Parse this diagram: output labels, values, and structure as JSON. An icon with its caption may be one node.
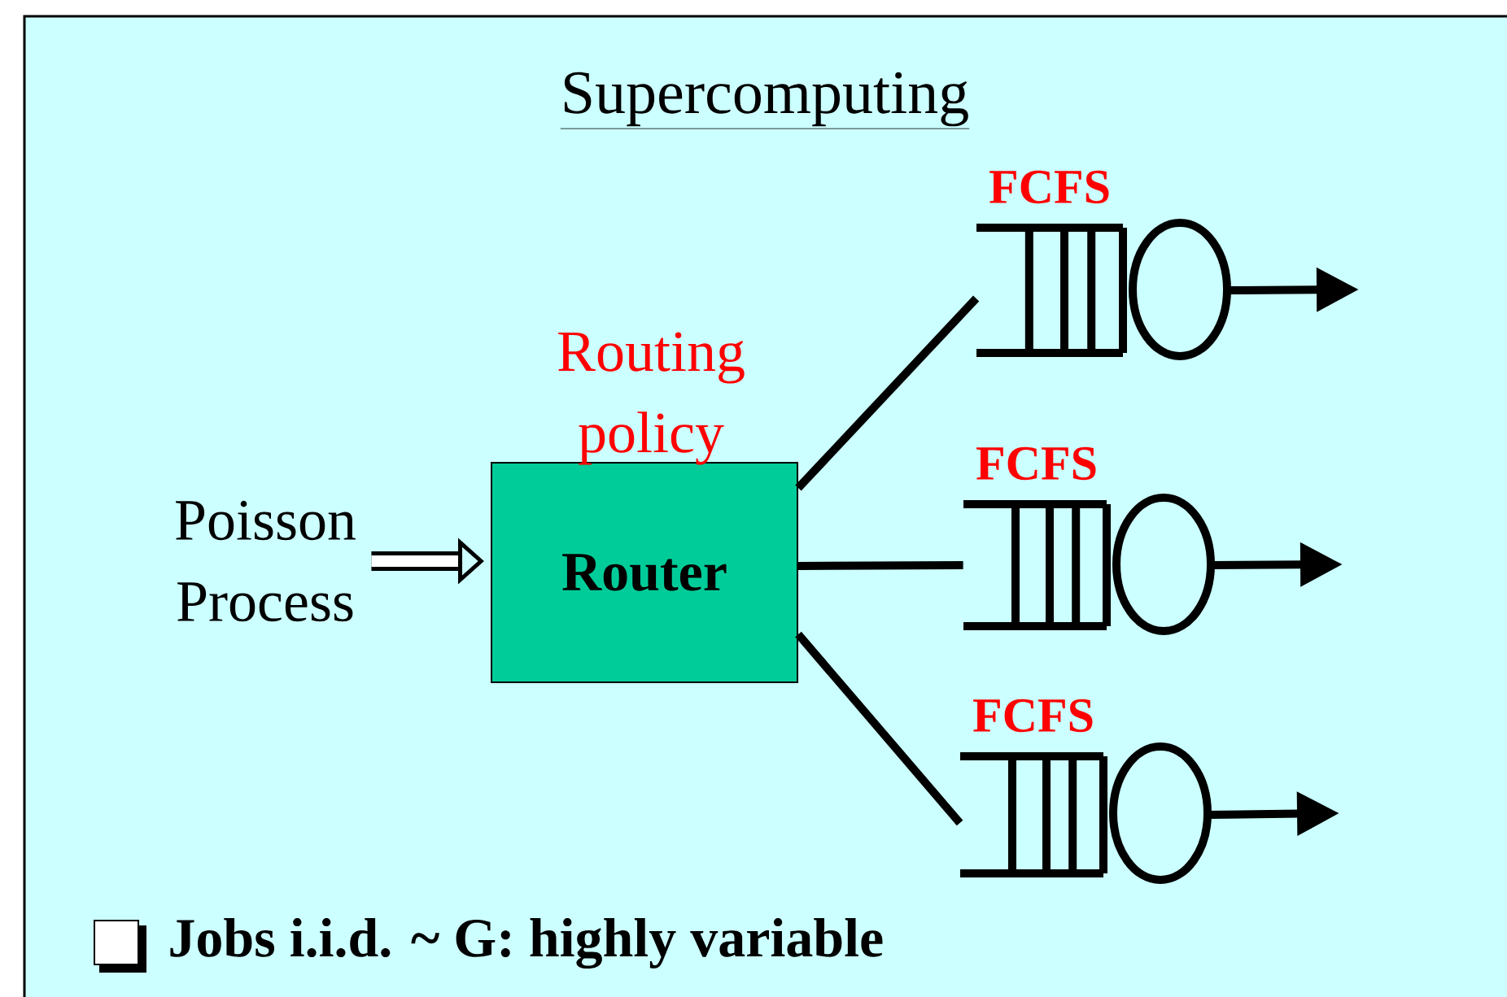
{
  "diagram": {
    "title": "Supercomputing",
    "nodes": [
      {
        "text": [
          "Poisson Process"
        ]
      },
      {
        "text": [
          "Router"
        ],
        "beside": [
          "Routing policy"
        ]
      },
      {
        "text": [
          "FCFS"
        ]
      },
      {
        "text": [
          "FCFS"
        ]
      },
      {
        "text": [
          "FCFS"
        ]
      }
    ],
    "edges": [
      {
        "from": 0,
        "to": 1,
        "arrow": "to",
        "style": "thick"
      },
      {
        "from": 1,
        "to": 2,
        "arrow": "none"
      },
      {
        "from": 1,
        "to": 3,
        "arrow": "none"
      },
      {
        "from": 1,
        "to": 4,
        "arrow": "none"
      },
      {
        "from": 2,
        "to": null,
        "arrow": "to"
      },
      {
        "from": 3,
        "to": null,
        "arrow": "to"
      },
      {
        "from": 4,
        "to": null,
        "arrow": "to"
      }
    ],
    "labels": [
      "Jobs i.i.d. ~ G: highly variable"
    ]
  }
}
